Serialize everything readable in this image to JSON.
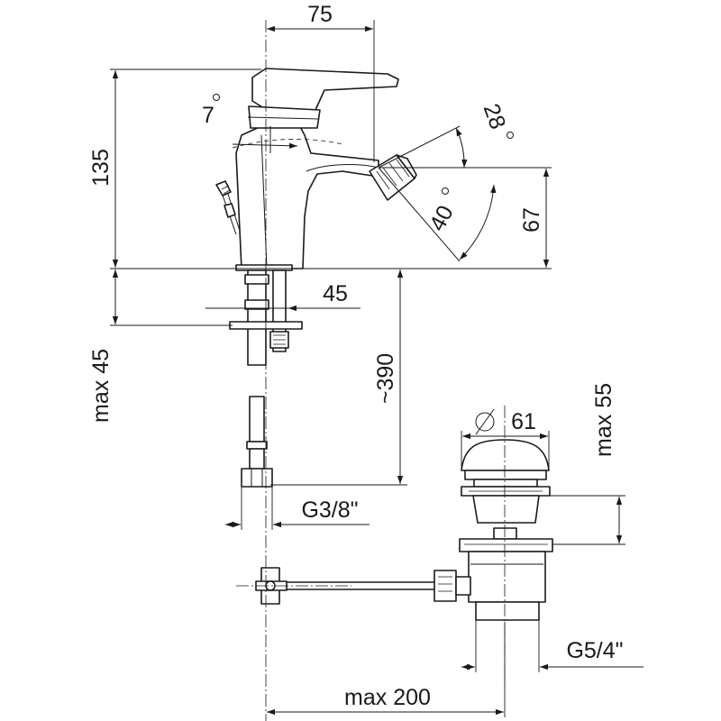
{
  "labels": {
    "width_75": "75",
    "height_135": "135",
    "angle_7": "7",
    "angle_28": "28",
    "angle_40": "40",
    "height_67": "67",
    "shank_45": "45",
    "max_45": "max 45",
    "approx_390": "~390",
    "thread_g38": "G3/8\"",
    "diameter_61": "61",
    "max_55": "max 55",
    "thread_g54": "G5/4\"",
    "max_200": "max 200"
  }
}
